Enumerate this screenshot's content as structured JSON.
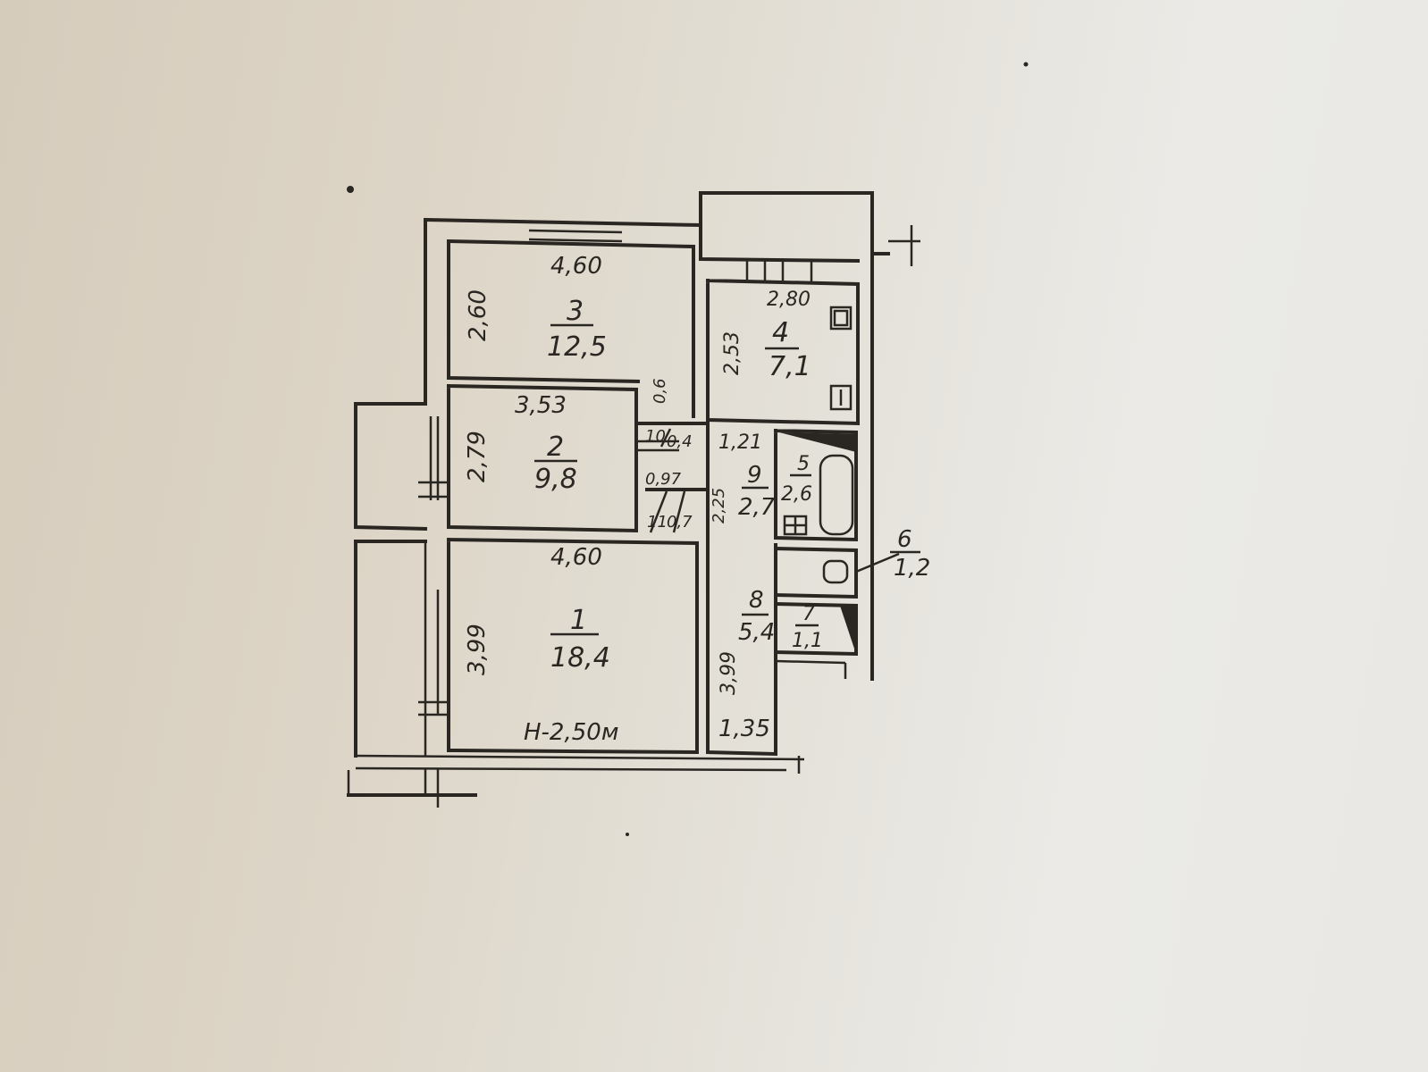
{
  "rooms": [
    {
      "number": "1",
      "area": "18,4",
      "width": "4,60",
      "length": "3,99"
    },
    {
      "number": "2",
      "area": "9,8",
      "width": "3,53",
      "length": "2,79"
    },
    {
      "number": "3",
      "area": "12,5",
      "width": "4,60",
      "length": "2,60"
    },
    {
      "number": "4",
      "area": "7,1",
      "width": "2,80",
      "length": "2,53"
    },
    {
      "number": "5",
      "area": "2,6"
    },
    {
      "number": "6",
      "area": "1,2"
    },
    {
      "number": "7",
      "area": "1,1"
    },
    {
      "number": "8",
      "area": "5,4",
      "width": "1,35",
      "length": "3,99"
    },
    {
      "number": "9",
      "area": "2,7",
      "width": "1,21",
      "length": "2,25"
    },
    {
      "number": "10",
      "area": "0,4",
      "depth": "0,6"
    },
    {
      "number": "11",
      "area": "0,7",
      "length": "0,97"
    }
  ],
  "ceiling_height": "H-2,50м"
}
